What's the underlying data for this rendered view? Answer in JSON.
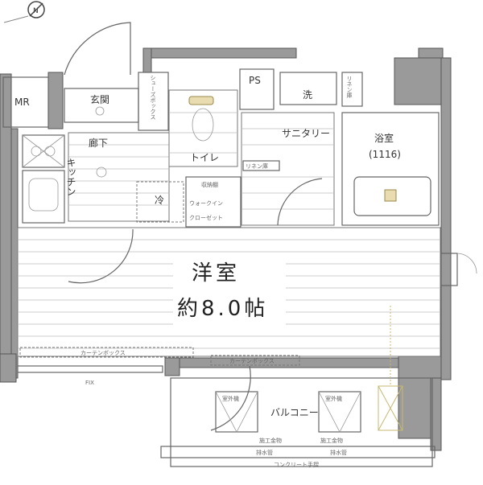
{
  "compass": {
    "label": "N"
  },
  "rooms": {
    "mr": "MR",
    "entrance": "玄関",
    "shoe_box": "シューズボックス",
    "hallway": "廊下",
    "kitchen": "キッチン",
    "toilet": "トイレ",
    "fridge": "冷",
    "ps": "PS",
    "washer": "洗",
    "linen_top": "リネン庫",
    "linen_mid": "リネン庫",
    "sanitary": "サニタリー",
    "bath": "浴室",
    "bath_size": "(1116)",
    "storage_shelf": "収納棚",
    "walk_in_1": "ウォークイン",
    "walk_in_2": "クローゼット",
    "western_room": "洋室",
    "western_room_size": "約8.0帖",
    "curtain_box_1": "カーテンボックス",
    "curtain_box_2": "カーテンボックス",
    "fix": "FIX",
    "balcony": "バルコニー",
    "outdoor_unit_1": "室外機",
    "outdoor_unit_2": "室外機",
    "piping_1": "施工金物",
    "piping_2": "施工金物",
    "drain_1": "排水管",
    "drain_2": "排水管",
    "concrete": "コンクリート手摺"
  }
}
